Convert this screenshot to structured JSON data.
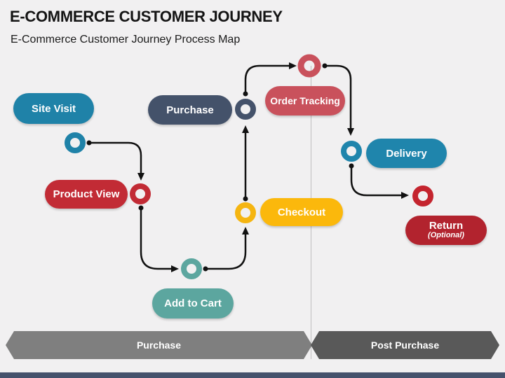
{
  "slide": {
    "title": "E-COMMERCE CUSTOMER JOURNEY",
    "subtitle": "E-Commerce Customer Journey Process Map"
  },
  "steps": [
    {
      "id": "site-visit",
      "label": "Site Visit",
      "color": "#1F82A8",
      "node_color": "#1F82A8"
    },
    {
      "id": "product-view",
      "label": "Product View",
      "color": "#C22B35",
      "node_color": "#C22B35"
    },
    {
      "id": "add-to-cart",
      "label": "Add to Cart",
      "color": "#5CA69F",
      "node_color": "#5CA69F"
    },
    {
      "id": "checkout",
      "label": "Checkout",
      "color": "#FBB80C",
      "node_color": "#F5B511"
    },
    {
      "id": "purchase",
      "label": "Purchase",
      "color": "#44526A",
      "node_color": "#44526A"
    },
    {
      "id": "order-tracking",
      "label": "Order Tracking",
      "color": "#C9515C",
      "node_color": "#C9515C"
    },
    {
      "id": "delivery",
      "label": "Delivery",
      "color": "#1F85AC",
      "node_color": "#1F85AC"
    },
    {
      "id": "return",
      "label": "Return",
      "sublabel": "(Optional)",
      "color": "#B2232E",
      "node_color": "#C4242E"
    }
  ],
  "phases": [
    {
      "label": "Purchase",
      "color": "#7F7F7F"
    },
    {
      "label": "Post Purchase",
      "color": "#595959"
    }
  ],
  "palette": {
    "background": "#F1F0F1",
    "arrow": "#111111",
    "divider_line": "#BFBFBF",
    "footer_bar": "#45526C",
    "text_on_shapes": "#FFFFFF",
    "title_text": "#141414"
  }
}
